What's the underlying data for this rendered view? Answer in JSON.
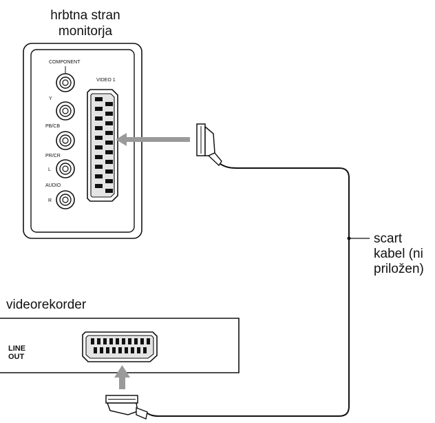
{
  "monitor": {
    "title_line1": "hrbtna stran",
    "title_line2": "monitorja",
    "component_label": "COMPONENT",
    "jacks": [
      "Y",
      "PB/CB",
      "PR/CR",
      "L",
      "R"
    ],
    "audio_label": "AUDIO",
    "video_label": "VIDEO 1"
  },
  "cable": {
    "label_line1": "scart",
    "label_line2": "kabel (ni",
    "label_line3": "priložen)"
  },
  "vcr": {
    "title": "videorekorder",
    "line_label": "LINE",
    "out_label": "OUT"
  },
  "colors": {
    "arrow": "#9a9a9a",
    "outline": "#111111",
    "panel_fill": "#ffffff",
    "port_fill": "#d9d9d9"
  }
}
